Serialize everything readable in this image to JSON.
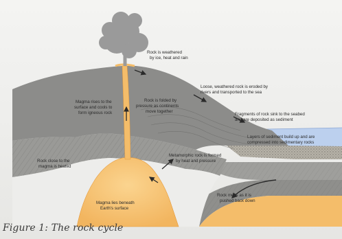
{
  "figure": {
    "caption": "Figure 1: The rock cycle"
  },
  "labels": {
    "weathered_line1": "Rock is weathered",
    "weathered_line2": "by ice, heat and rain",
    "eroded_line1": "Loose, weathered rock is eroded by",
    "eroded_line2": "rivers and transported to the sea",
    "fragments_line1": "Fragments of rock sink to the seabed",
    "fragments_line2": "and are deposited as sediment",
    "layers_line1": "Layers of sediment build up and are",
    "layers_line2": "compressed into sedimentary rocks",
    "magma_rises_line1": "Magma rises to the",
    "magma_rises_line2": "surface and cools to",
    "magma_rises_line3": "form igneous rock",
    "folded_line1": "Rock is folded by",
    "folded_line2": "pressure as continents",
    "folded_line3": "move together",
    "metamorphic_line1": "Metamorphic rock is formed",
    "metamorphic_line2": "by heat and pressure",
    "rock_close_line1": "Rock close to the",
    "rock_close_line2": "magma is heated",
    "melts_line1": "Rock melts as it is",
    "melts_line2": "pushed back down",
    "magma_lies_line1": "Magma lies beneath",
    "magma_lies_line2": "Earth's surface"
  },
  "colors": {
    "mountain": "#8c8c8a",
    "mountain_dark": "#6f6f6d",
    "magma": "#f4bd6a",
    "magma_edge": "#e59a3c",
    "sea": "#bcd0ee",
    "sediment": "#b6b2a8",
    "smoke": "#9a9a9a"
  }
}
